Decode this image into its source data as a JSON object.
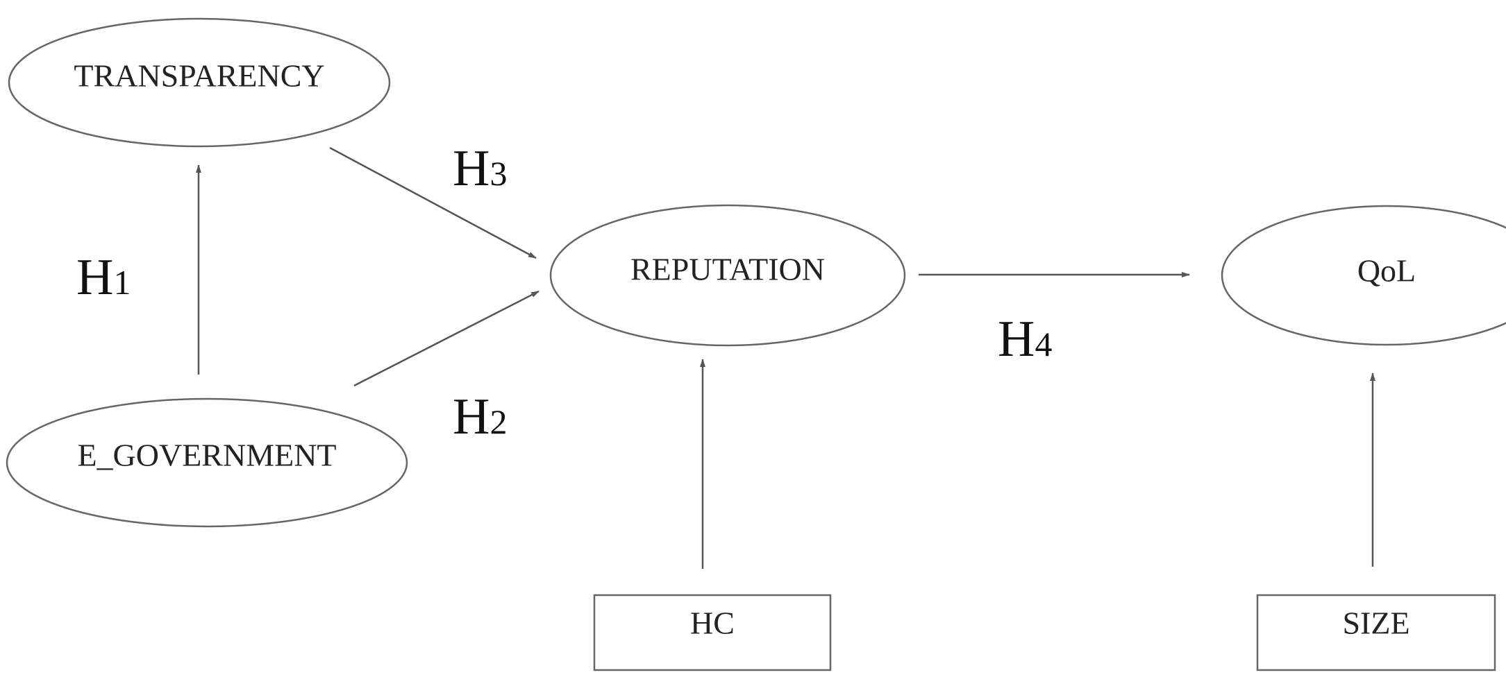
{
  "nodes": {
    "transparency": {
      "label": "TRANSPARENCY",
      "shape": "ellipse"
    },
    "e_government": {
      "label": "E_GOVERNMENT",
      "shape": "ellipse"
    },
    "reputation": {
      "label": "REPUTATION",
      "shape": "ellipse"
    },
    "qol": {
      "label": "QoL",
      "shape": "ellipse"
    },
    "hc": {
      "label": "HC",
      "shape": "rectangle"
    },
    "size": {
      "label": "SIZE",
      "shape": "rectangle"
    }
  },
  "edges": [
    {
      "from": "E_GOVERNMENT",
      "to": "TRANSPARENCY",
      "hypothesis": "H1"
    },
    {
      "from": "E_GOVERNMENT",
      "to": "REPUTATION",
      "hypothesis": "H2"
    },
    {
      "from": "TRANSPARENCY",
      "to": "REPUTATION",
      "hypothesis": "H3"
    },
    {
      "from": "REPUTATION",
      "to": "QoL",
      "hypothesis": "H4"
    },
    {
      "from": "HC",
      "to": "REPUTATION",
      "hypothesis": ""
    },
    {
      "from": "SIZE",
      "to": "QoL",
      "hypothesis": ""
    }
  ],
  "hypotheses": {
    "h1": {
      "letter": "H",
      "number": "1"
    },
    "h2": {
      "letter": "H",
      "number": "2"
    },
    "h3": {
      "letter": "H",
      "number": "3"
    },
    "h4": {
      "letter": "H",
      "number": "4"
    }
  },
  "colors": {
    "stroke": "#666666",
    "arrow": "#555555",
    "text": "#222222",
    "background": "#ffffff"
  }
}
